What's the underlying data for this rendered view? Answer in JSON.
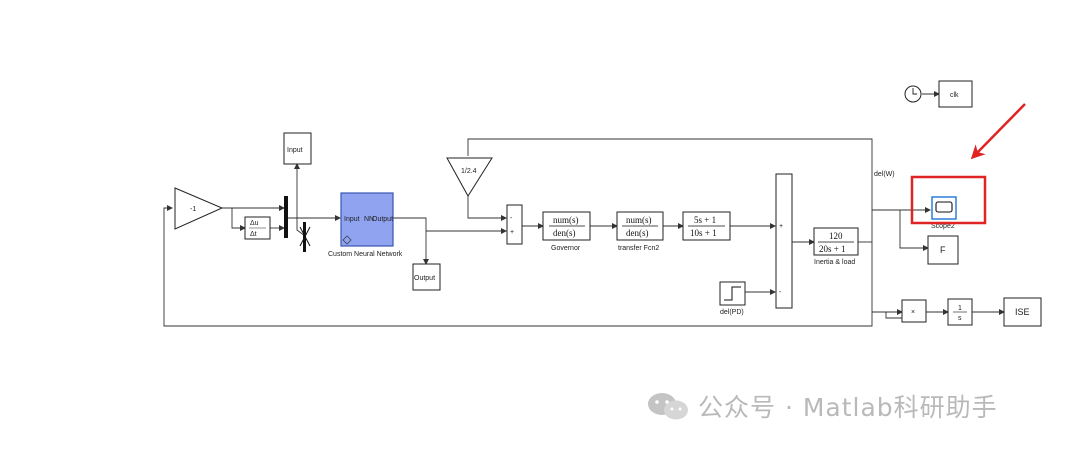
{
  "blocks": {
    "gain": "-1",
    "derivative_top": "Δu",
    "derivative_bottom": "Δt",
    "input": "Input",
    "nn_in": "Input",
    "nn_mid": "NN",
    "nn_out": "Output",
    "nn_name": "Custom Neural Network",
    "output": "Output",
    "gain2": "1/2.4",
    "sum_plus": "+",
    "sum_minus": "-",
    "gov_num": "num(s)",
    "gov_den": "den(s)",
    "gov_name": "Governor",
    "tf2_num": "num(s)",
    "tf2_den": "den(s)",
    "tf2_name": "transfer Fcn2",
    "lead_num": "5s + 1",
    "lead_den": "10s + 1",
    "inertia_num": "120",
    "inertia_den": "20s + 1",
    "inertia_name": "Inertia & load",
    "step_name": "del(PD)",
    "signal_delw": "del(W)",
    "clk": "clk",
    "scope_name": "Scope2",
    "F": "F",
    "mult": "×",
    "integ_num": "1",
    "integ_den": "s",
    "ise": "ISE"
  },
  "watermark": {
    "text": "公众号 · Matlab科研助手"
  },
  "colors": {
    "nn_fill": "#8fa3f0",
    "highlight": "#e02424",
    "scope_border": "#2f7ed8"
  }
}
